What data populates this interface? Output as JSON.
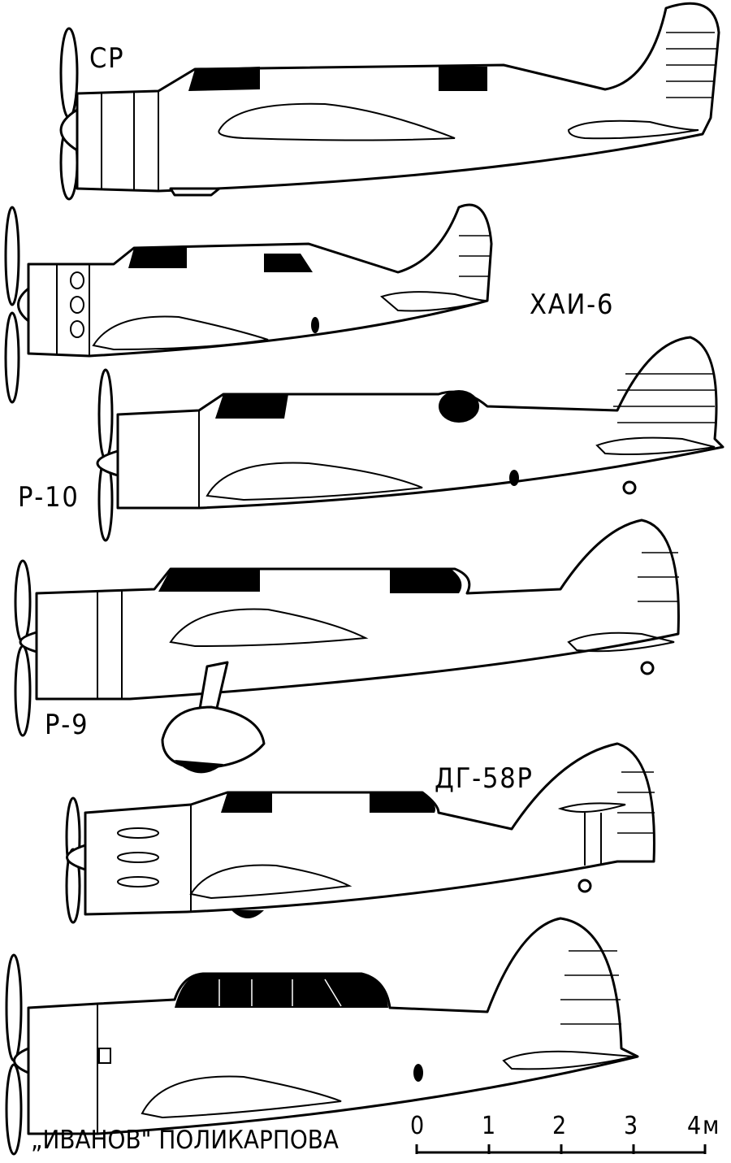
{
  "aircraft": [
    {
      "label": "СР"
    },
    {
      "label": "ХАИ-6"
    },
    {
      "label": "Р-10"
    },
    {
      "label": "Р-9"
    },
    {
      "label": "ДГ-58Р"
    },
    {
      "label": "„ИВАНОВ\" ПОЛИКАРПОВА"
    }
  ],
  "scale_bar": {
    "ticks": [
      "0",
      "1",
      "2",
      "3",
      "4м"
    ]
  }
}
